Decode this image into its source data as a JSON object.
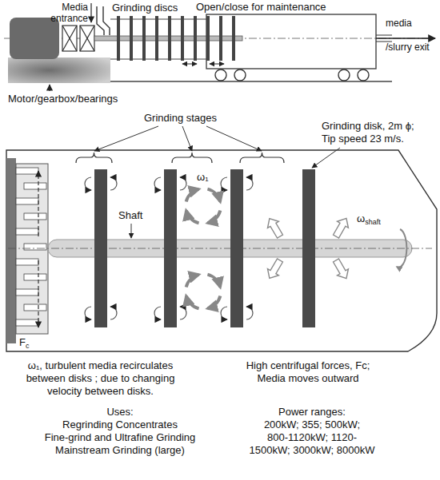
{
  "diagram": {
    "labels": [
      "Media entrance",
      "Grinding discs",
      "Open/close for maintenance",
      "media /slurry exit",
      "Motor/gearbox/bearings",
      "Grinding stages",
      "Grinding disk, 2m ϕ; Tip speed 23 m/s.",
      "ω₁",
      "Shaft",
      "ωshaft",
      "Fc",
      "ω₁, turbulent media recirculates between disks ; due to changing velocity between disks.",
      "High centrifugal forces, Fc; Media moves outward",
      "Uses:",
      "Regrinding Concentrates",
      "Fine-grind and Ultrafine Grinding",
      "Mainstream Grinding (large)",
      "Power ranges:",
      "200kW; 355; 500kW;",
      "800-1120kW; 1120-",
      "1500kW; 3000kW; 8000kW"
    ]
  }
}
